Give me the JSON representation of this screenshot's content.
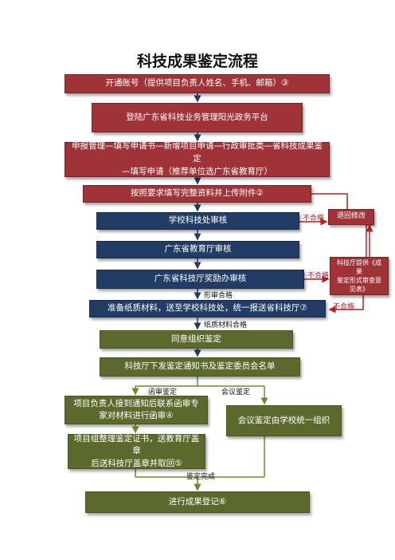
{
  "title": "科技成果鉴定流程",
  "steps": {
    "s1": "开通账号（提供项目负责人姓名、手机、邮箱）③",
    "s2": "登陆广东省科技业务管理阳光政务平台",
    "s3a": "申报管理—填写申请书—新增项目申请—行政审批类—省科技成果鉴定",
    "s3b": "—填写申请（推荐单位选广东省教育厅）",
    "s4": "按照要求填写完整资料并上传附件②",
    "s5": "学校科技处审核",
    "s6": "广东省教育厅审核",
    "s7": "广东省科技厅奖励办审核",
    "s8": "准备纸质材料，送至学校科技处，统一报送省科技厅⑦",
    "s9": "同意组织鉴定",
    "s10": "科技厅下发鉴定通知书及鉴定委员会名单",
    "s11a": "项目负责人接到通知后联系函审专",
    "s11b": "家对材料进行函审④",
    "s12": "会议鉴定由学校统一组织",
    "s13a": "项目组整理鉴定证书，送教育厅盖章",
    "s13b": "后送科技厅盖章并取回⑤",
    "s14": "进行成果登记⑥"
  },
  "side": {
    "return": "退回修改",
    "check_a": "科技厅提供《成果",
    "check_b": "鉴定形式审查意",
    "check_c": "见表》"
  },
  "labels": {
    "reject": "不合格",
    "formal_pass": "形审合格",
    "paper_pass": "纸质材料合格",
    "letter_review": "函审鉴定",
    "meeting_review": "会议鉴定",
    "appraisal_done": "鉴定完成"
  },
  "colors": {
    "red": "#a03338",
    "blue": "#213d66",
    "green": "#5b6a2c",
    "arrow_red": "#b22020",
    "arrow_green": "#6f8a2a"
  }
}
